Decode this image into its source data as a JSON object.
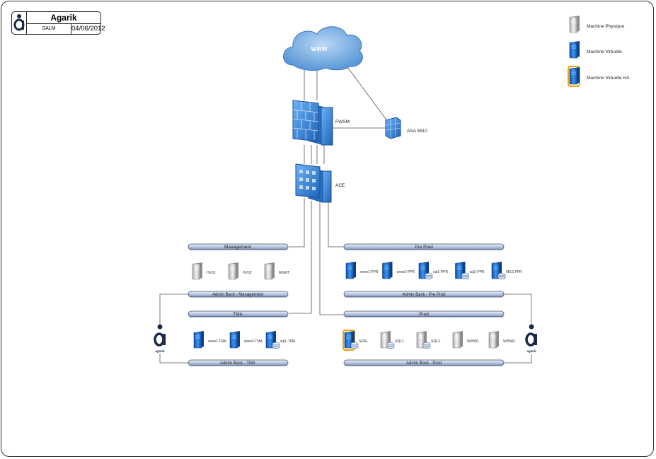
{
  "titleblock": {
    "title": "Agarik",
    "author": "SALM",
    "date": "04/06/2012"
  },
  "cloud": {
    "label": "WWW"
  },
  "devices": {
    "fwsm": "FWSM",
    "asa": "ASA 5510",
    "ace": "ACE"
  },
  "legend": [
    {
      "type": "physical",
      "label": "Machine Physique"
    },
    {
      "type": "virtual",
      "label": "Machine Virtuelle"
    },
    {
      "type": "virtual-ha",
      "label": "Machine Virtuelle HA"
    }
  ],
  "segments": {
    "management": {
      "top": "Management",
      "bottom": "Admin Back - Management",
      "servers": [
        {
          "type": "physical",
          "label": "HV01"
        },
        {
          "type": "physical",
          "label": "HV02"
        },
        {
          "type": "physical",
          "label": "MGMT"
        }
      ]
    },
    "preprod": {
      "top": "Pre Prod",
      "bottom": "Admin Back - Pre Prod",
      "servers": [
        {
          "type": "virtual",
          "label": "www1-PPR"
        },
        {
          "type": "virtual",
          "label": "www2-PPR"
        },
        {
          "type": "virtual-db",
          "label": "sql1-PPR"
        },
        {
          "type": "virtual-db",
          "label": "sql2-PPR"
        },
        {
          "type": "virtual-db",
          "label": "MSS-PPR"
        }
      ]
    },
    "tma": {
      "top": "TMA",
      "bottom": "Admin Back - TMA",
      "servers": [
        {
          "type": "virtual",
          "label": "www1-TMA"
        },
        {
          "type": "virtual",
          "label": "www2-TMA"
        },
        {
          "type": "virtual-db",
          "label": "sql1-TMA"
        }
      ]
    },
    "prod": {
      "top": "Prod",
      "bottom": "Admin Back - Prod",
      "servers": [
        {
          "type": "virtual-ha-db",
          "label": "SRS1"
        },
        {
          "type": "physical-db",
          "label": "SQL1"
        },
        {
          "type": "physical-db",
          "label": "SQL2"
        },
        {
          "type": "physical",
          "label": "WWW1"
        },
        {
          "type": "physical",
          "label": "WWW2"
        }
      ]
    }
  },
  "colors": {
    "virtual": "#1e73d2",
    "physical": "#d6d6d6",
    "ha_border": "#e8a317",
    "bus": "#c9d3e6",
    "firewall": "#2f7fd6",
    "cloud": "#7fb4e8"
  }
}
